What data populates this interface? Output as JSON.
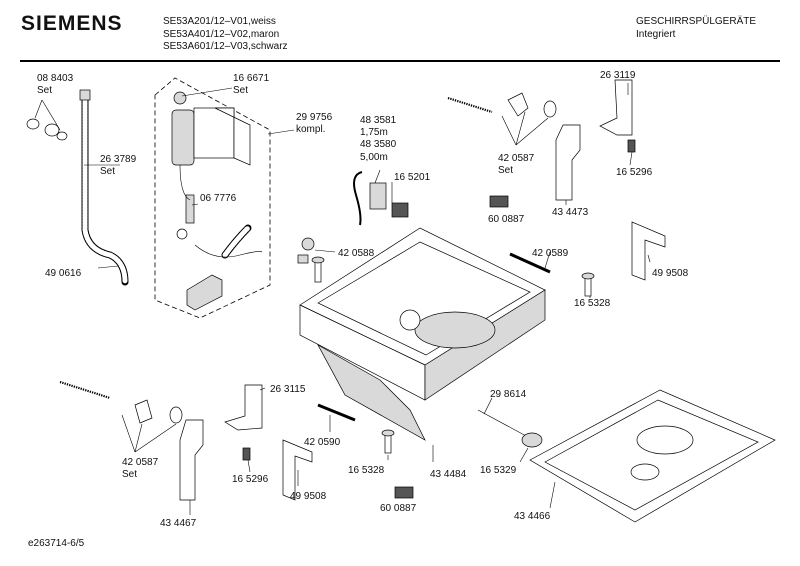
{
  "header": {
    "brand": "SIEMENS",
    "models": [
      "SE53A201/12–V01,weiss",
      "SE53A401/12–V02,maron",
      "SE53A601/12–V03,schwarz"
    ],
    "category": [
      "GESCHIRRSPÜLGERÄTE",
      "Integriert"
    ]
  },
  "footer": {
    "code": "e263714-6/5"
  },
  "parts": [
    {
      "number": "08 8403",
      "note": "Set"
    },
    {
      "number": "16 6671",
      "note": "Set"
    },
    {
      "number": "29 9756",
      "note": "kompl."
    },
    {
      "number": "26 3789",
      "note": "Set"
    },
    {
      "number": "06 7776",
      "note": ""
    },
    {
      "number": "49 0616",
      "note": ""
    },
    {
      "number": "48 3581",
      "note": "1,75m"
    },
    {
      "number": "48 3580",
      "note": "5,00m"
    },
    {
      "number": "16 5201",
      "note": ""
    },
    {
      "number": "26 3119",
      "note": ""
    },
    {
      "number": "42 0587",
      "note": "Set"
    },
    {
      "number": "16 5296",
      "note": ""
    },
    {
      "number": "60 0887",
      "note": ""
    },
    {
      "number": "43 4473",
      "note": ""
    },
    {
      "number": "42 0588",
      "note": ""
    },
    {
      "number": "42 0589",
      "note": ""
    },
    {
      "number": "49 9508",
      "note": ""
    },
    {
      "number": "16 5328",
      "note": ""
    },
    {
      "number": "42 0587",
      "note": "Set"
    },
    {
      "number": "26 3115",
      "note": ""
    },
    {
      "number": "42 0590",
      "note": ""
    },
    {
      "number": "29 8614",
      "note": ""
    },
    {
      "number": "16 5296",
      "note": ""
    },
    {
      "number": "49 9508",
      "note": ""
    },
    {
      "number": "16 5328",
      "note": ""
    },
    {
      "number": "43 4484",
      "note": ""
    },
    {
      "number": "16 5329",
      "note": ""
    },
    {
      "number": "43 4467",
      "note": ""
    },
    {
      "number": "60 0887",
      "note": ""
    },
    {
      "number": "43 4466",
      "note": ""
    }
  ]
}
